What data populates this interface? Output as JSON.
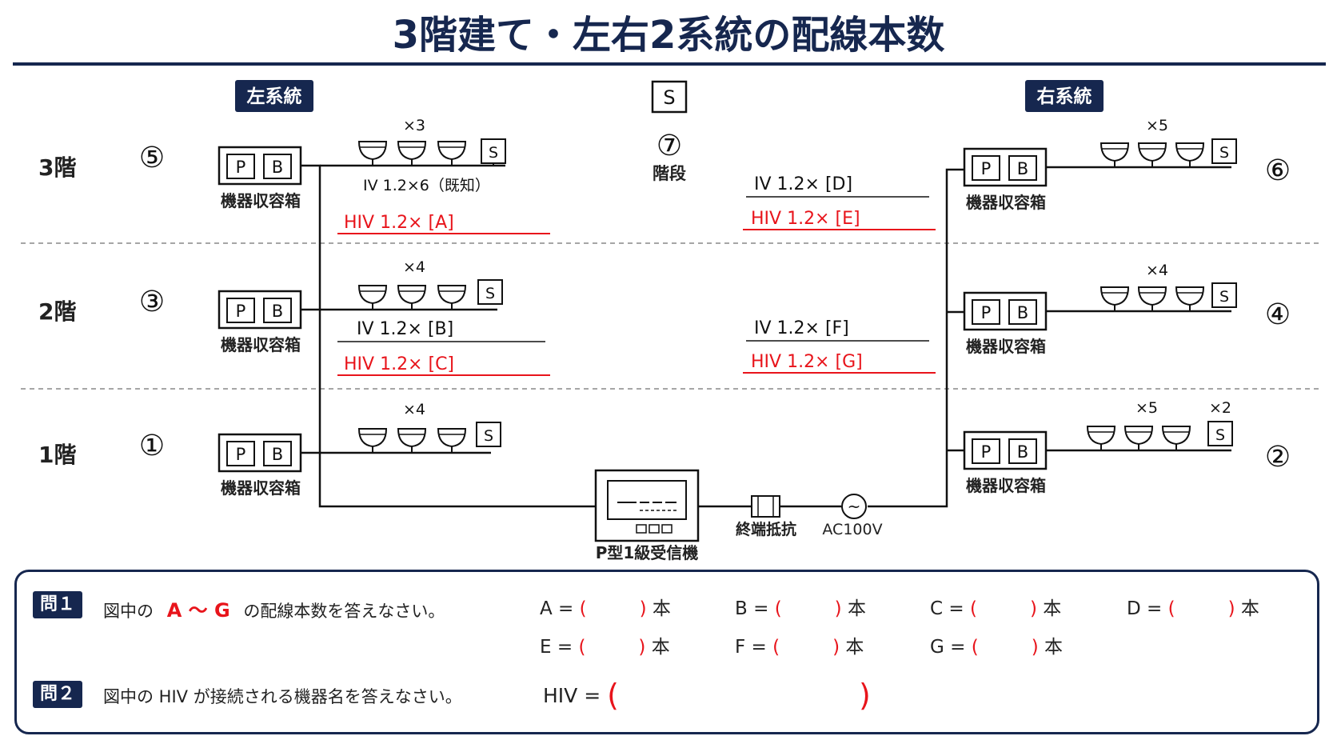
{
  "title": "3階建て・左右2系統の配線本数",
  "colors": {
    "navy": "#16274f",
    "red": "#e8141b",
    "line": "#111111"
  },
  "systems": {
    "left": "左系統",
    "right": "右系統"
  },
  "floors": [
    "3階",
    "2階",
    "1階"
  ],
  "nodes": {
    "n1": "①",
    "n2": "②",
    "n3": "③",
    "n4": "④",
    "n5": "⑤",
    "n6": "⑥",
    "n7": "⑦"
  },
  "pb": {
    "p": "P",
    "b": "B",
    "label": "機器収容箱"
  },
  "switch_symbol": "S",
  "stair": {
    "label": "階段"
  },
  "counts": {
    "l3": "×3",
    "l2": "×4",
    "l1": "×4",
    "r3": "×5",
    "r2": "×4",
    "r1": "×5",
    "r1s": "×2"
  },
  "wires": {
    "l3_iv": "IV 1.2×6（既知）",
    "l3_hiv": "HIV 1.2× [A]",
    "l2_iv": "IV 1.2× [B]",
    "l2_hiv": "HIV 1.2× [C]",
    "r3_iv": "IV 1.2× [D]",
    "r3_hiv": "HIV 1.2× [E]",
    "r2_iv": "IV 1.2× [F]",
    "r2_hiv": "HIV 1.2× [G]"
  },
  "receiver": {
    "label": "P型1級受信機"
  },
  "terminal_resistor": "終端抵抗",
  "power": {
    "symbol": "~",
    "label": "AC100V"
  },
  "questions": {
    "q1": {
      "tag": "問１",
      "text_pre": "図中の",
      "range": "A 〜 G",
      "text_post": "の配線本数を答えなさい。",
      "answers": [
        {
          "label": "A =",
          "unit": "本"
        },
        {
          "label": "B =",
          "unit": "本"
        },
        {
          "label": "C =",
          "unit": "本"
        },
        {
          "label": "D =",
          "unit": "本"
        },
        {
          "label": "E =",
          "unit": "本"
        },
        {
          "label": "F =",
          "unit": "本"
        },
        {
          "label": "G =",
          "unit": "本"
        }
      ],
      "paren_open": "(",
      "paren_close": ")"
    },
    "q2": {
      "tag": "問２",
      "text": "図中の HIV が接続される機器名を答えなさい。",
      "answer_label": "HIV =",
      "paren_open": "(",
      "paren_close": ")"
    }
  }
}
